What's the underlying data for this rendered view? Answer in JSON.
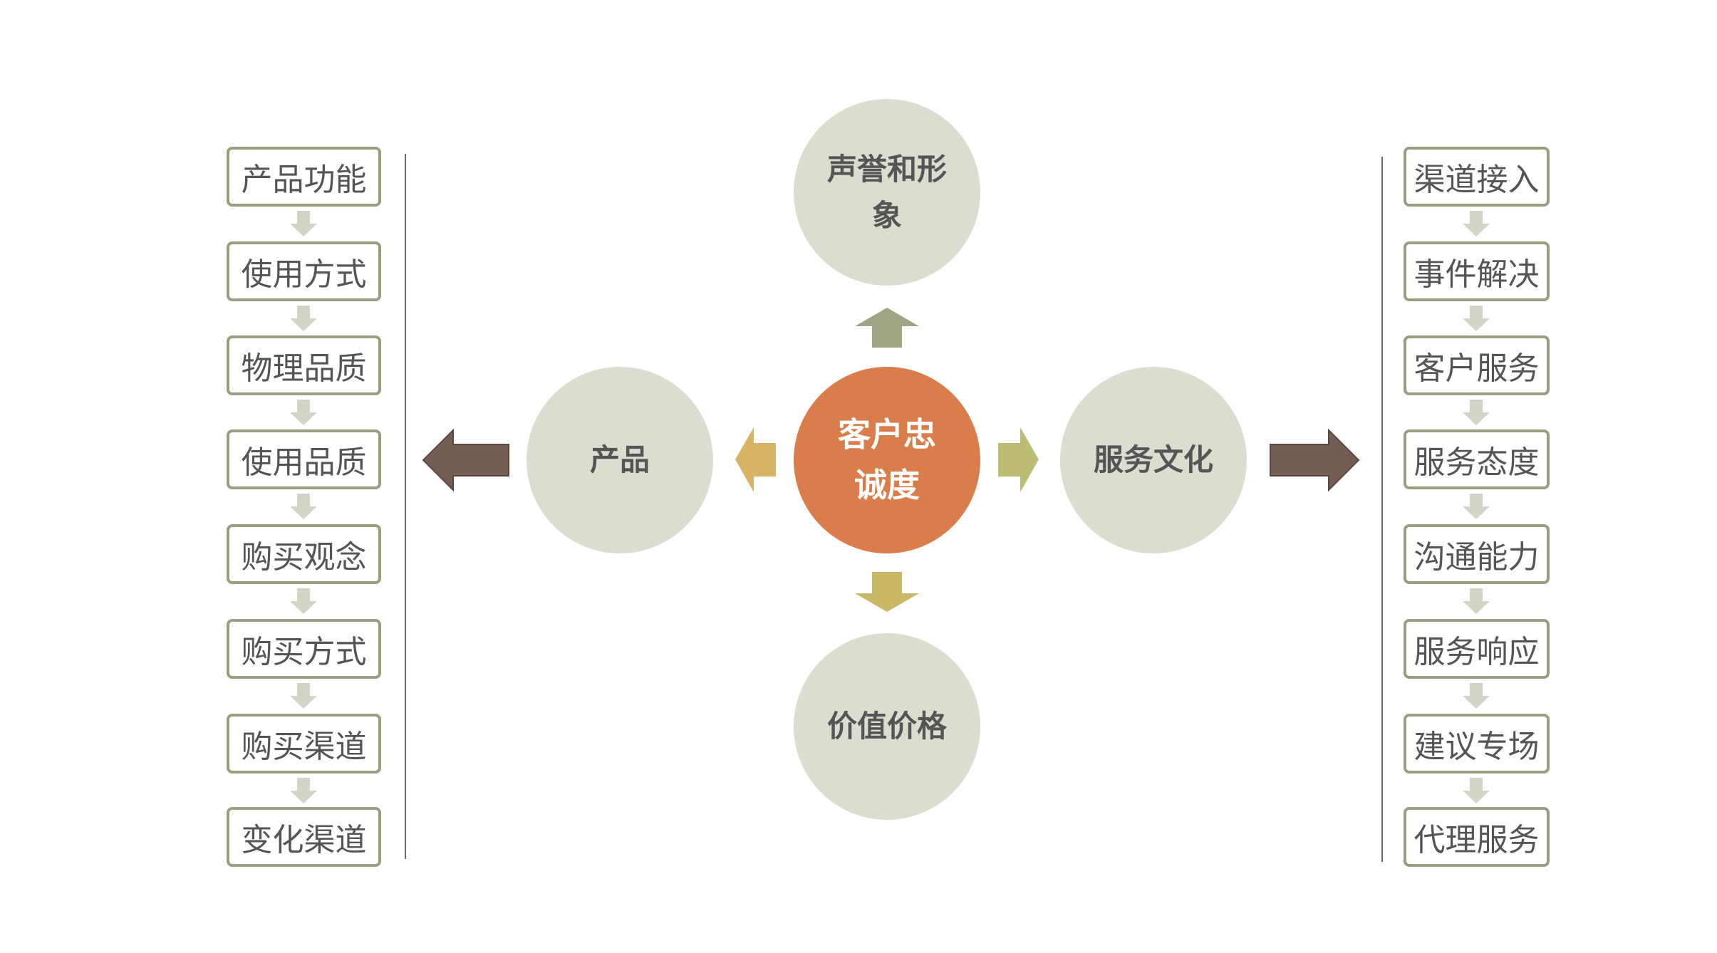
{
  "center": {
    "label": "客户忠诚度"
  },
  "nodes": {
    "top": "声誉和形象",
    "left": "产品",
    "right": "服务文化",
    "bottom": "价值价格"
  },
  "left_list": [
    "产品功能",
    "使用方式",
    "物理品质",
    "使用品质",
    "购买观念",
    "购买方式",
    "购买渠道",
    "变化渠道"
  ],
  "right_list": [
    "渠道接入",
    "事件解决",
    "客户服务",
    "服务态度",
    "沟通能力",
    "服务响应",
    "建议专场",
    "代理服务"
  ],
  "colors": {
    "circle": "#dcdccf",
    "center": "#d97d4a",
    "box_border": "#9a9d80",
    "big_arrow": "#745e54",
    "up_arrow": "#9fa584",
    "down_arrow": "#c9b866",
    "left_arrow": "#d9b365",
    "right_arrow": "#bcbc73",
    "step_arrow": "#d3d4c6"
  }
}
